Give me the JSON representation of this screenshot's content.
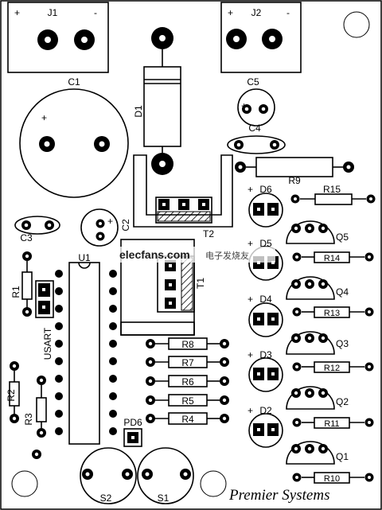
{
  "board": {
    "brand": "Premier Systems",
    "watermark_en": "elecfans.com",
    "watermark_cn": "电子发烧友"
  },
  "labels": {
    "j1": "J1",
    "j2": "J2",
    "plus": "+",
    "minus": "-",
    "c1": "C1",
    "c2": "C2",
    "c3": "C3",
    "c4": "C4",
    "c5": "C5",
    "d1": "D1",
    "d2": "D2",
    "d3": "D3",
    "d4": "D4",
    "d5": "D5",
    "d6": "D6",
    "t1": "T1",
    "t2": "T2",
    "u1": "U1",
    "r1": "R1",
    "r2": "R2",
    "r3": "R3",
    "r4": "R4",
    "r5": "R5",
    "r6": "R6",
    "r7": "R7",
    "r8": "R8",
    "r9": "R9",
    "r10": "R10",
    "r11": "R11",
    "r12": "R12",
    "r13": "R13",
    "r14": "R14",
    "r15": "R15",
    "q1": "Q1",
    "q2": "Q2",
    "q3": "Q3",
    "q4": "Q4",
    "q5": "Q5",
    "usart": "USART",
    "pd6": "PD6",
    "s1": "S1",
    "s2": "S2"
  }
}
